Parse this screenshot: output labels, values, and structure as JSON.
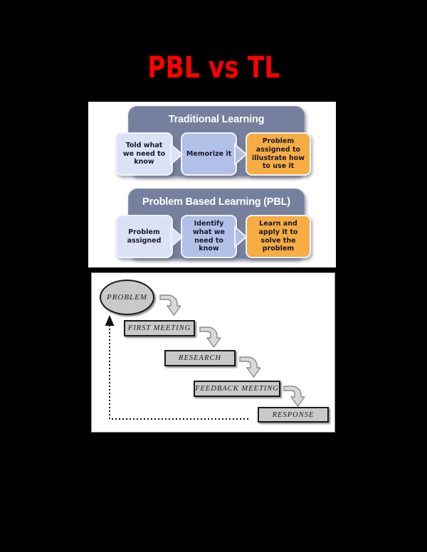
{
  "page": {
    "title": "PBL vs TL",
    "title_color": "#ff0000",
    "background_color": "#000000"
  },
  "comparison_diagram": {
    "traditional": {
      "header": "Traditional Learning",
      "steps": [
        "Told what we need to know",
        "Memorize it",
        "Problem assigned to illustrate how to use it"
      ]
    },
    "pbl": {
      "header": "Problem Based Learning (PBL)",
      "steps": [
        "Problem assigned",
        "Identify what we need to know",
        "Learn and apply it to solve the problem"
      ]
    },
    "colors": {
      "header_bg": "#76809e",
      "header_text": "#ffffff",
      "step1_bg": "#dce2f6",
      "step2_bg": "#b2c0e7",
      "step3_bg": "#f7ad42",
      "step_text": "#181830"
    }
  },
  "process_diagram": {
    "nodes": {
      "problem": "PROBLEM",
      "first_meeting": "FIRST MEETING",
      "research": "RESEARCH",
      "feedback_meeting": "FEEDBACK MEETING",
      "response": "RESPONSE"
    },
    "colors": {
      "node_bg": "#c9c9c9",
      "node_border": "#1a1a1a",
      "arrow_fill": "#d9d9d9",
      "arrow_stroke": "#8a8a8a",
      "feedback_line": "#111111"
    }
  }
}
